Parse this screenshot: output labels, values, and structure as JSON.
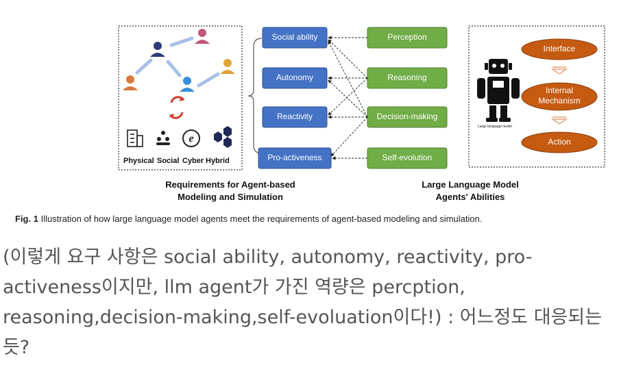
{
  "diagram": {
    "left_panel": {
      "categories": [
        "Physical",
        "Social",
        "Cyber",
        "Hybrid"
      ],
      "title_line1": "Requirements for Agent-based",
      "title_line2": "Modeling and Simulation"
    },
    "requirements": [
      "Social ability",
      "Autonomy",
      "Reactivity",
      "Pro-activeness"
    ],
    "abilities": [
      "Perception",
      "Reasoning",
      "Decision-making",
      "Self-evolution"
    ],
    "right_panel": {
      "robot_label": "Large language model",
      "flow": [
        "Interface",
        "Internal Mechanism",
        "Action"
      ],
      "title_line1": "Large Language Model",
      "title_line2": "Agents' Abilities"
    },
    "figure_caption": {
      "label": "Fig. 1",
      "text": "Illustration of how large language model agents meet the requirements of agent-based modeling and simulation."
    }
  },
  "note": {
    "text": "(이렇게 요구 사항은 social ability, autonomy, reactivity, pro-activeness이지만, llm agent가 가진 역량은 percption, reasoning,decision-making,self-evoluation이다!) : 어느정도 대응되는듯?"
  },
  "colors": {
    "requirement_box": "#4472c4",
    "ability_box": "#70ad47",
    "flow_ellipse": "#c55a11",
    "person_pink": "#c0577f",
    "person_orange": "#d97a3e",
    "person_blue": "#3a8fd9",
    "person_navy": "#2e3c7a",
    "person_gold": "#e2a43a"
  }
}
